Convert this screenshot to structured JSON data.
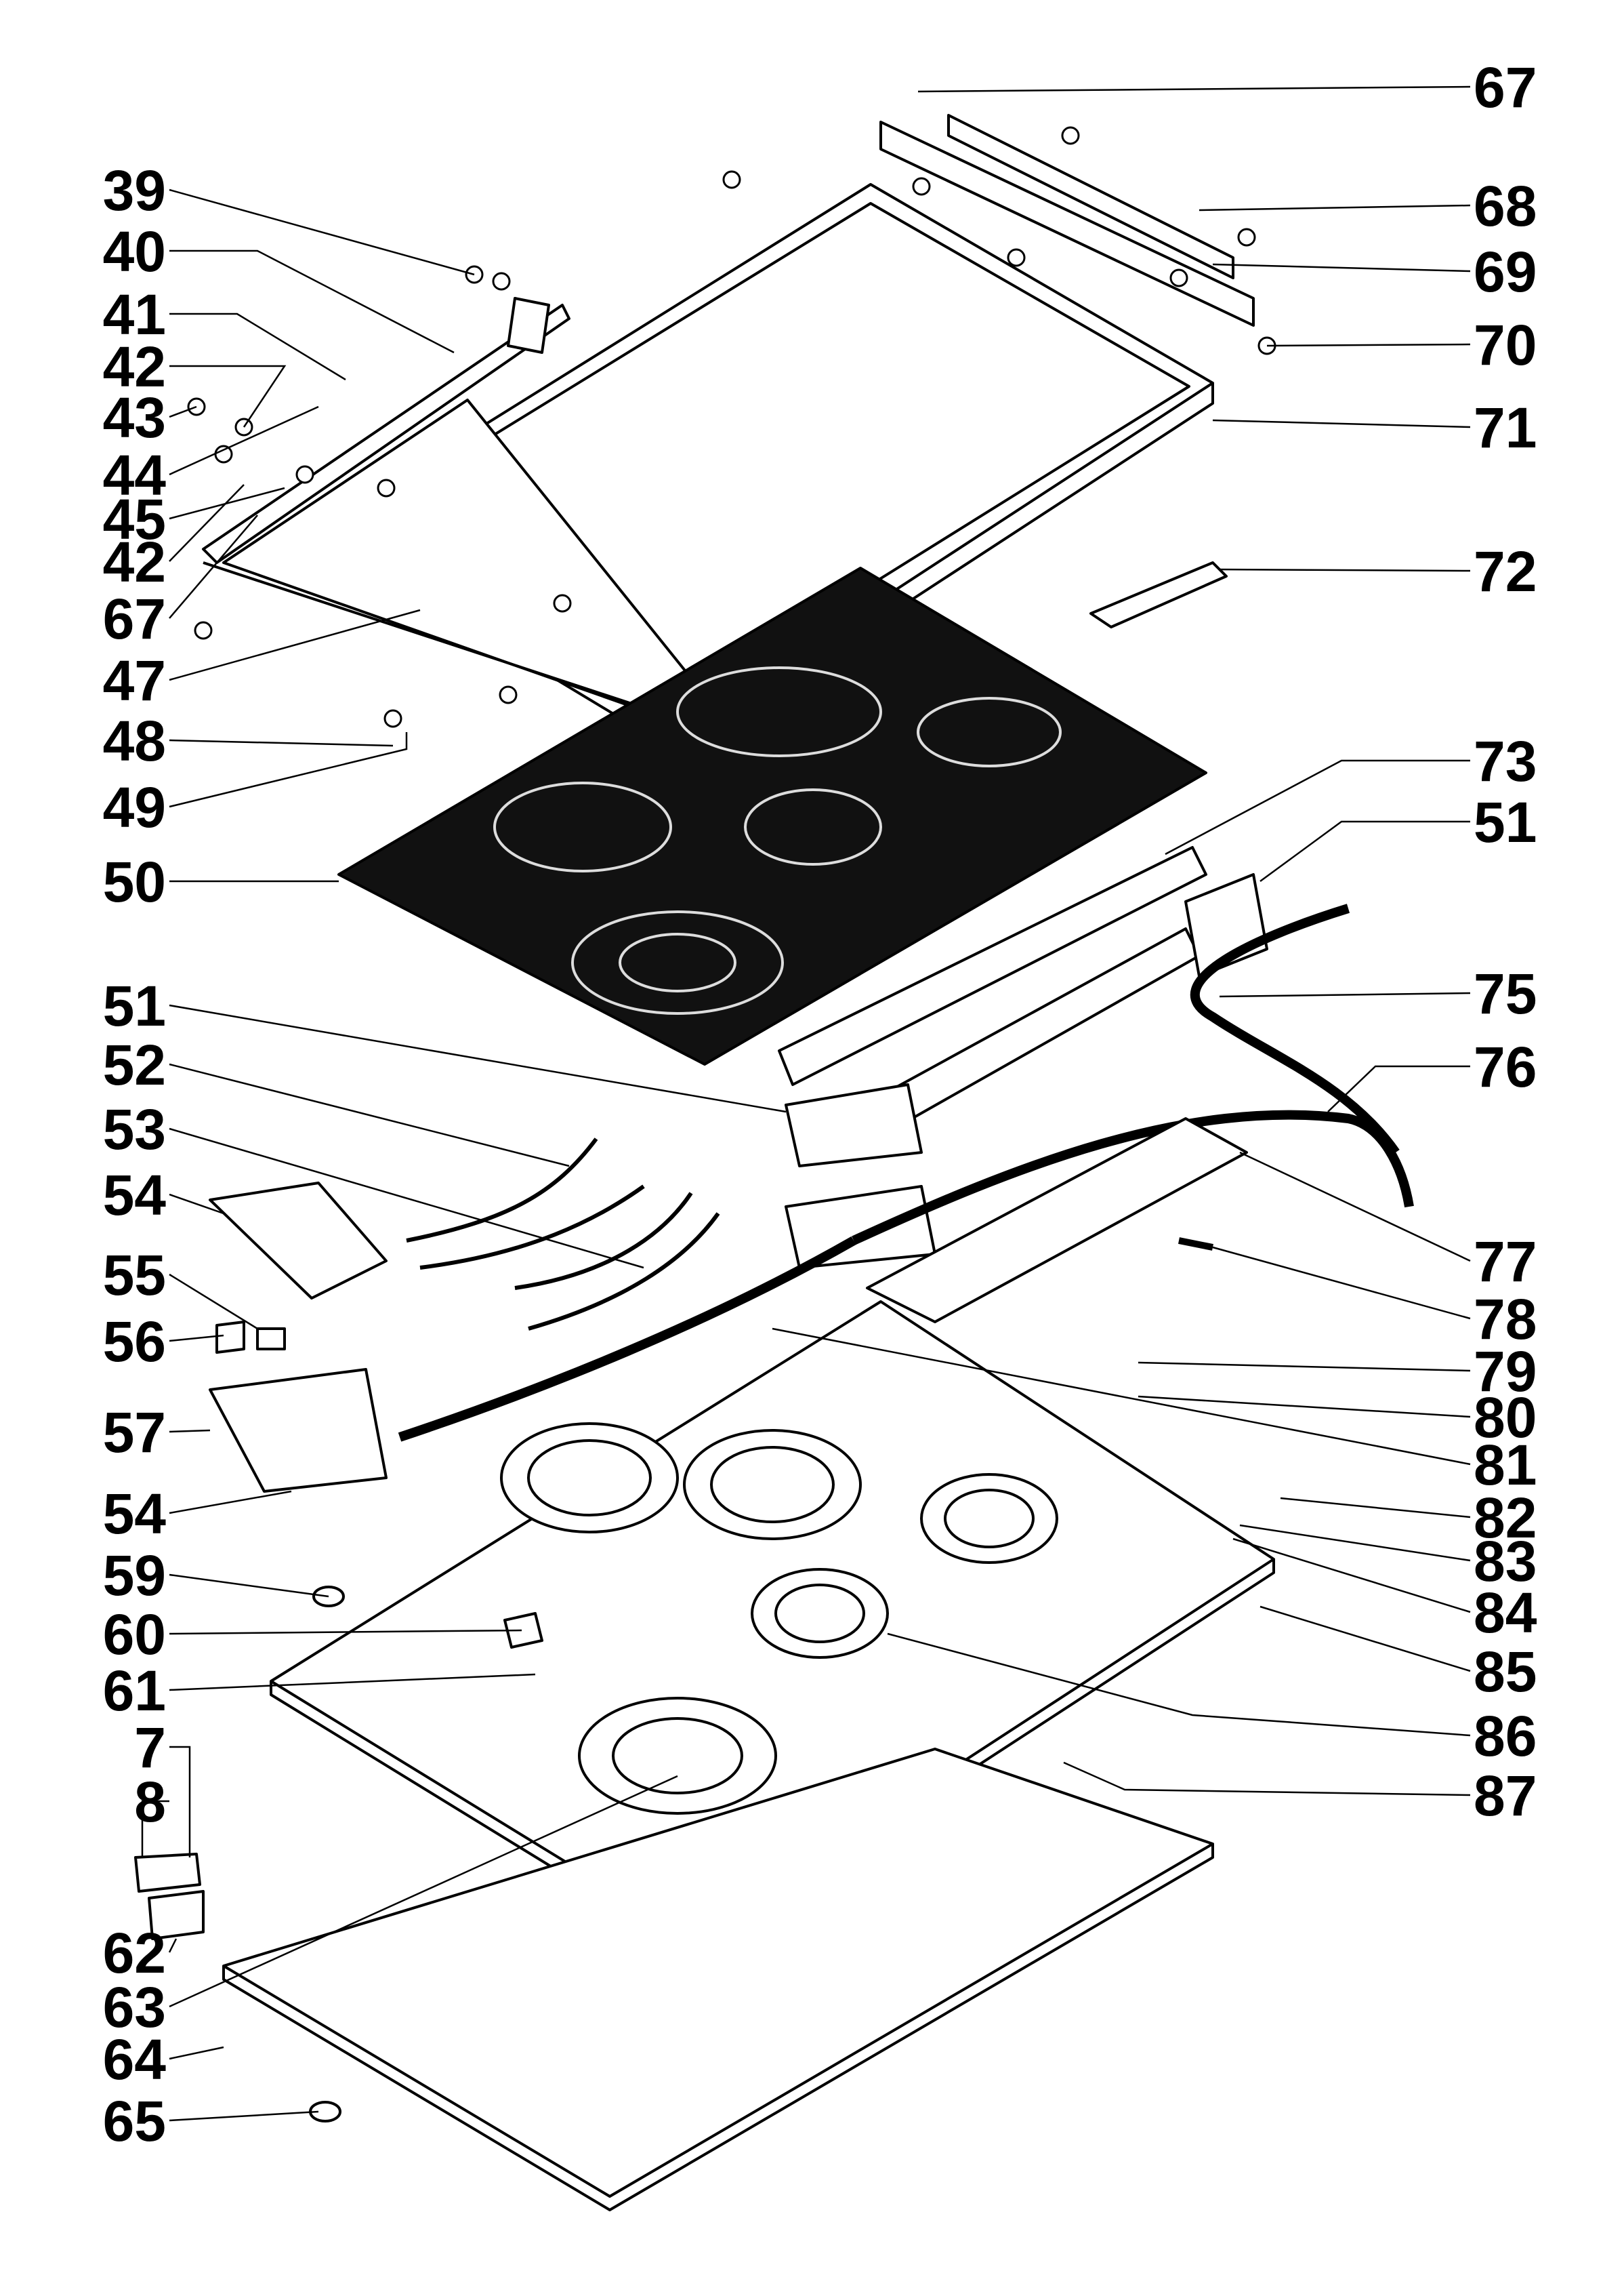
{
  "labels_left": [
    "39",
    "40",
    "41",
    "42",
    "43",
    "44",
    "45",
    "42",
    "67",
    "47",
    "48",
    "49",
    "50",
    "51",
    "52",
    "53",
    "54",
    "55",
    "56",
    "57",
    "54",
    "59",
    "60",
    "61",
    "7",
    "8",
    "62",
    "63",
    "64",
    "65"
  ],
  "labels_right": [
    "67",
    "68",
    "69",
    "70",
    "71",
    "72",
    "73",
    "51",
    "75",
    "76",
    "77",
    "78",
    "79",
    "80",
    "81",
    "82",
    "83",
    "84",
    "85",
    "86",
    "87"
  ]
}
